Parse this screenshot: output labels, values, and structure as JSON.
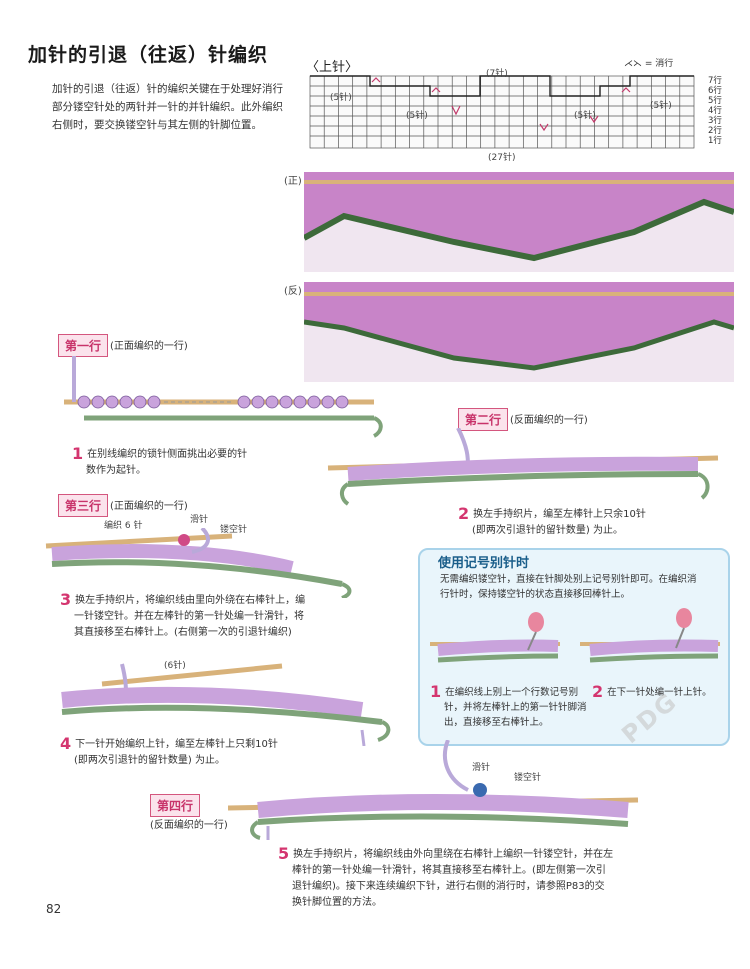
{
  "page": {
    "title": "加针的引退（往返）针编织",
    "intro": "加针的引退（往返）针的编织关键在于处理好消行部分镂空针处的两针并一针的并针编织。此外编织右侧时，要交换镂空针与其左侧的针脚位置。",
    "page_number": "82",
    "watermark": "PDG"
  },
  "chart": {
    "title": "〈上针〉",
    "legend": "= 消行",
    "total_label": "(27针)",
    "top_label": "(7针)",
    "segment_labels": [
      "(5针)",
      "(5针)",
      "(5针)",
      "(5针)"
    ],
    "row_labels": [
      "7行",
      "6行",
      "5行",
      "4行",
      "3行",
      "2行",
      "1行"
    ],
    "colors": {
      "grid": "#555555",
      "mark": "#c23a6a"
    }
  },
  "photos": {
    "front_label": "(正)",
    "back_label": "(反)"
  },
  "steps": [
    {
      "tag": "第一行",
      "note": "(正面编织的一行)",
      "number": "1",
      "text_line1": "在别线编织的锁针侧面挑出必要的针",
      "text_line2": "数作为起针。"
    },
    {
      "tag": "第二行",
      "note": "(反面编织的一行)",
      "number": "2",
      "text_line1": "换左手持织片，编至左棒针上只余10针",
      "text_line2": "(即两次引退针的留针数量) 为止。"
    },
    {
      "tag": "第三行",
      "note": "(正面编织的一行)",
      "number": "3",
      "text_line1": "换左手持织片，将编织线由里向外绕在右棒针上，编",
      "text_line2": "一针镂空针。并在左棒针的第一针处编一针滑针，将",
      "text_line3": "其直接移至右棒针上。(右侧第一次的引退针编织)",
      "label_knit": "编织 6 针",
      "label_slip": "滑针",
      "label_yo": "镂空针"
    },
    {
      "number": "4",
      "text_line1": "下一针开始编织上针，编至左棒针上只剩10针",
      "text_line2": "(即两次引退针的留针数量) 为止。",
      "label_6": "(6针)"
    },
    {
      "tag": "第四行",
      "note": "(反面编织的一行)",
      "number": "5",
      "text_line1": "换左手持织片，将编织线由外向里绕在右棒针上编织一针镂空针，并在左",
      "text_line2": "棒针的第一针处编一针滑针，将其直接移至右棒针上。(即左侧第一次引",
      "text_line3": "退针编织)。接下来连续编织下针，进行右侧的消行时，请参照P83的交",
      "text_line4": "换针脚位置的方法。",
      "label_slip": "滑针",
      "label_yo": "镂空针"
    }
  ],
  "note_box": {
    "title": "使用记号别针时",
    "body_line1": "无需编织镂空针，直接在针脚处别上记号别针即可。在编织消",
    "body_line2": "行针时，保持镂空针的状态直接移回棒针上。",
    "item1_number": "1",
    "item1_line1": "在编织线上别上一个行数记号别",
    "item1_line2": "针，并将左棒针上的第一针针脚消",
    "item1_line3": "出，直接移至右棒针上。",
    "item2_number": "2",
    "item2_text": "在下一针处编一针上针。"
  }
}
